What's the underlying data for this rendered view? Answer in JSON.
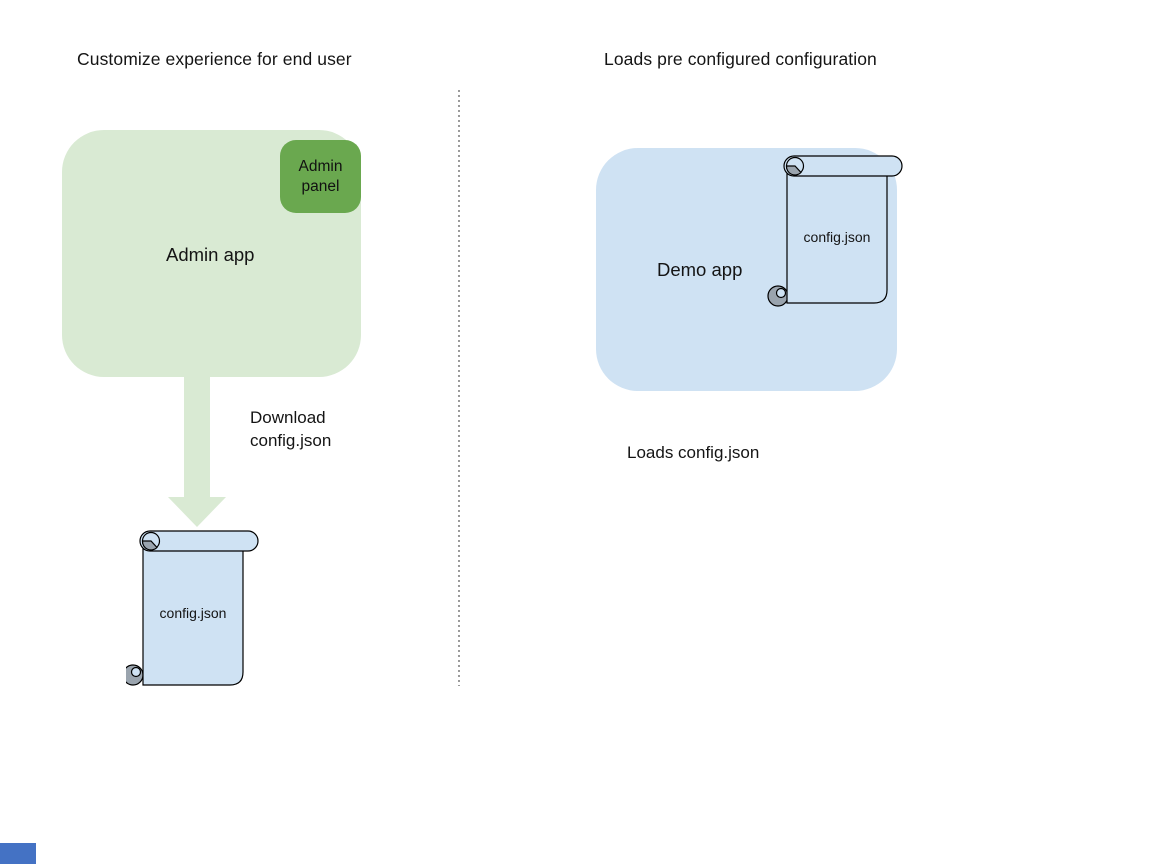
{
  "colors": {
    "background": "#ffffff",
    "admin_app_fill": "#d9ead3",
    "admin_panel_fill": "#6aa84f",
    "arrow_fill": "#d9ead3",
    "demo_app_fill": "#cfe2f3",
    "scroll_fill": "#cfe2f3",
    "scroll_curl_gray": "#9aa4ae",
    "outline": "#000000",
    "divider_gray": "#9a9a9a",
    "corner_rect_blue": "#4472c4",
    "text": "#141414"
  },
  "left_section": {
    "title": "Customize experience for end user",
    "admin_app_label": "Admin app",
    "admin_panel_label": "Admin\npanel",
    "arrow_label": "Download\nconfig.json",
    "config_file_label": "config.json"
  },
  "right_section": {
    "title": "Loads pre configured configuration",
    "demo_app_label": "Demo app",
    "config_file_label": "config.json",
    "caption": "Loads config.json"
  }
}
